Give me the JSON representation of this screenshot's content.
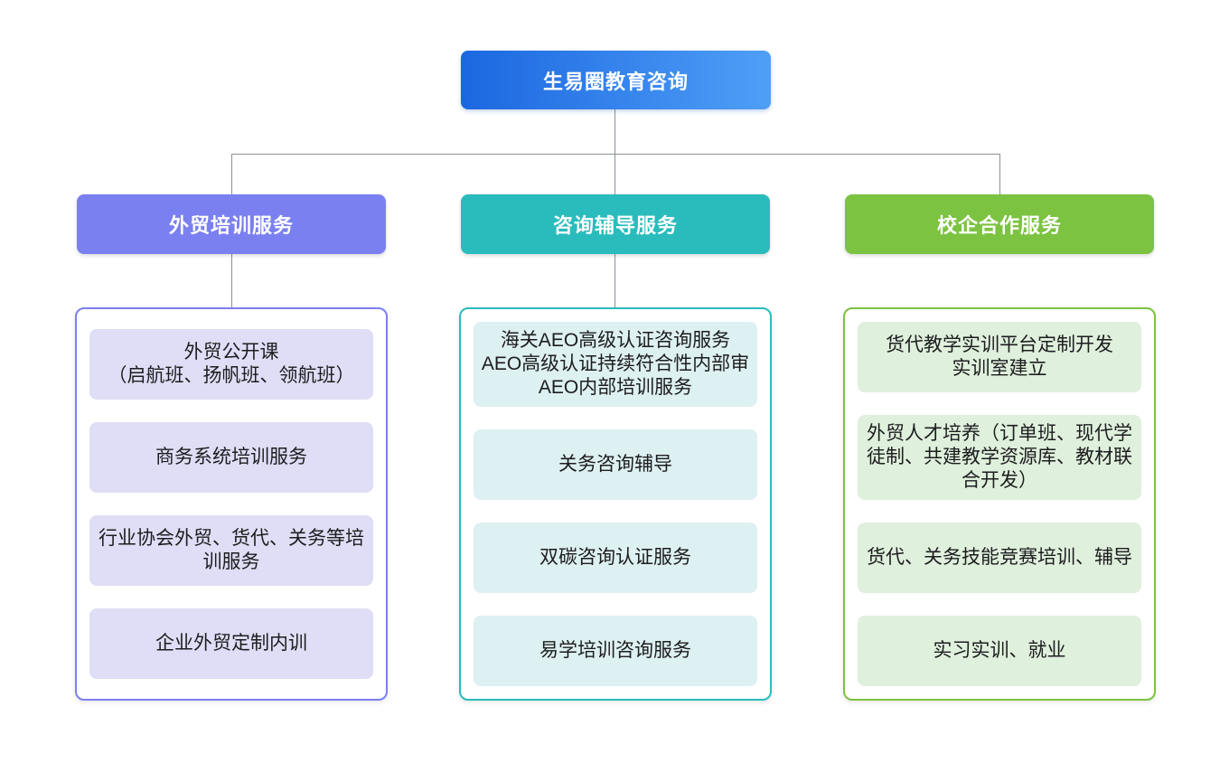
{
  "root": {
    "label": "生易圈教育咨询",
    "gradient_from": "#1b67e0",
    "gradient_to": "#4f9ff7"
  },
  "connector_color": "#8b9197",
  "branches": [
    {
      "label": "外贸培训服务",
      "color": "#7b80f0",
      "item_bg": "#dfdef6",
      "items": [
        "外贸公开课\n（启航班、扬帆班、领航班）",
        "商务系统培训服务",
        "行业协会外贸、货代、关务等培训服务",
        "企业外贸定制内训"
      ]
    },
    {
      "label": "咨询辅导服务",
      "color": "#2abcbd",
      "item_bg": "#ddf0f2",
      "items": [
        "海关AEO高级认证咨询服务\nAEO高级认证持续符合性内部审\nAEO内部培训服务",
        "关务咨询辅导",
        "双碳咨询认证服务",
        "易学培训咨询服务"
      ]
    },
    {
      "label": "校企合作服务",
      "color": "#7cc342",
      "item_bg": "#dff0dc",
      "items": [
        "货代教学实训平台定制开发\n实训室建立",
        "外贸人才培养（订单班、现代学徒制、共建教学资源库、教材联合开发）",
        "货代、关务技能竞赛培训、辅导",
        "实习实训、就业"
      ]
    }
  ]
}
